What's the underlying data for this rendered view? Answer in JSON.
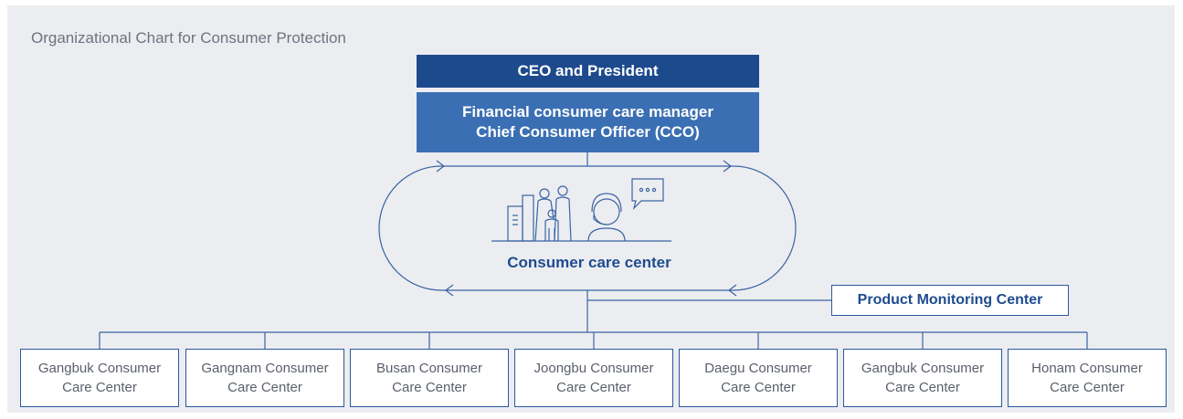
{
  "title": "Organizational Chart for Consumer Protection",
  "ceo": "CEO and President",
  "cco": {
    "line1": "Financial consumer care manager",
    "line2": "Chief Consumer Officer (CCO)"
  },
  "care_center": {
    "label": "Consumer care center",
    "icons": [
      "building-icon",
      "family-icon",
      "operator-headset-icon",
      "chat-bubble-icon"
    ]
  },
  "monitoring": "Product Monitoring Center",
  "centers": [
    {
      "line1": "Gangbuk Consumer",
      "line2": "Care Center"
    },
    {
      "line1": "Gangnam Consumer",
      "line2": "Care Center"
    },
    {
      "line1": "Busan Consumer",
      "line2": "Care Center"
    },
    {
      "line1": "Joongbu Consumer",
      "line2": "Care Center"
    },
    {
      "line1": "Daegu Consumer",
      "line2": "Care Center"
    },
    {
      "line1": "Gangbuk Consumer",
      "line2": "Care Center"
    },
    {
      "line1": "Honam Consumer",
      "line2": "Care Center"
    }
  ],
  "colors": {
    "background": "#ecedf1",
    "dark_blue": "#1d4a8c",
    "mid_blue": "#3b6fb3",
    "line": "#2a5a9c",
    "text_gray": "#5a606b"
  }
}
